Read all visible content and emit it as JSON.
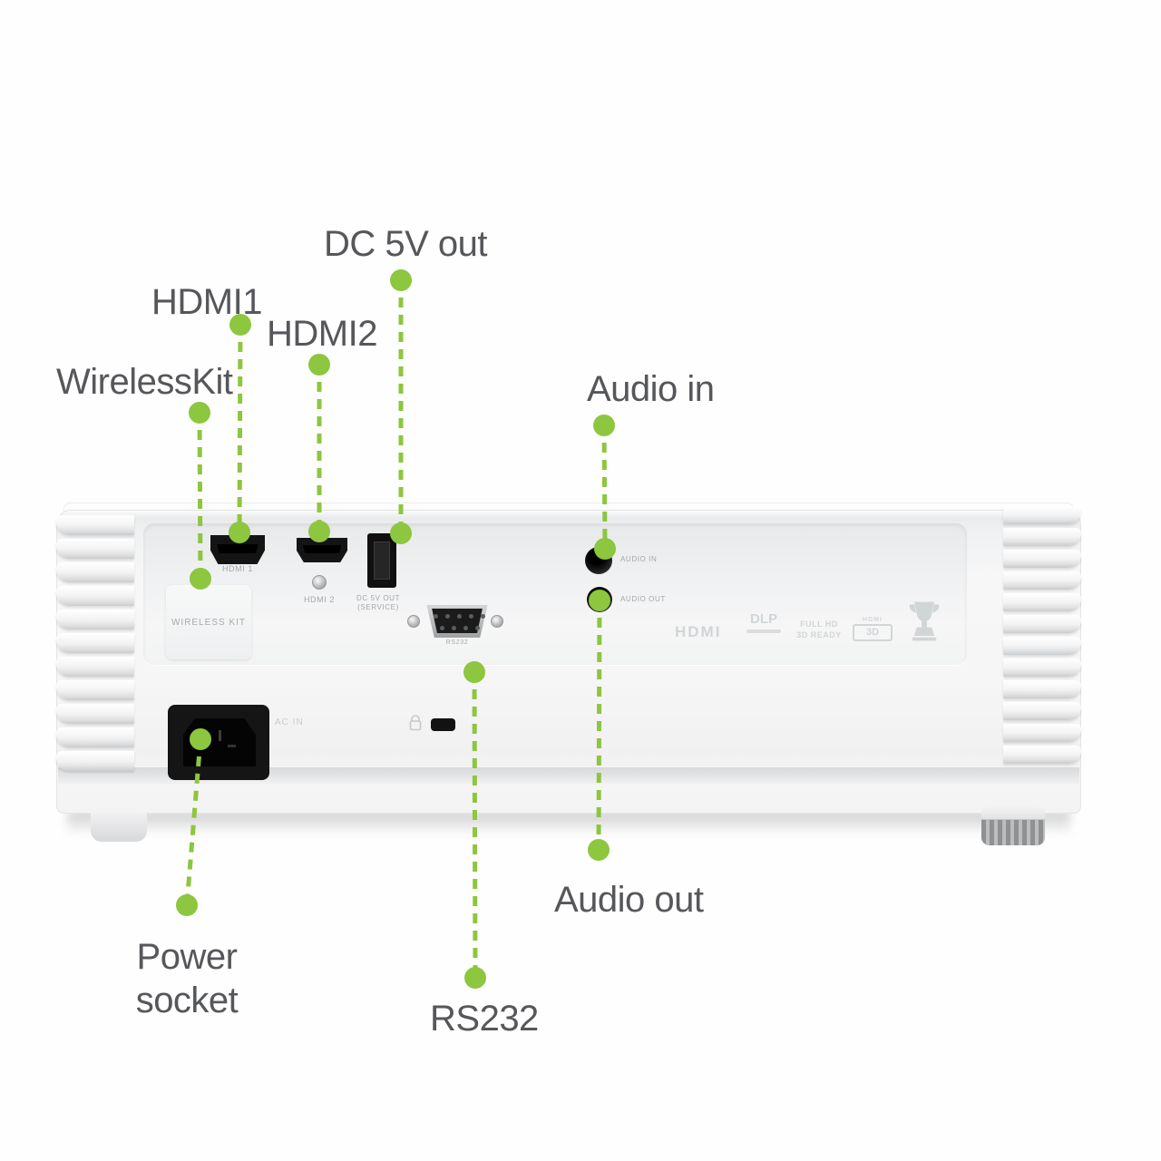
{
  "colors": {
    "accent_green": "#8dc63f",
    "callout_text": "#56575a",
    "port_label_gray": "#a4a8ab",
    "faint_label_gray": "#c9cbcd",
    "logo_gray": "#d2d5d6",
    "port_black": "#141414",
    "body_white": "#f6f6f7"
  },
  "callouts": {
    "wireless_kit": {
      "label": "WirelessKit"
    },
    "hdmi1": {
      "label": "HDMI1"
    },
    "hdmi2": {
      "label": "HDMI2"
    },
    "dc5v": {
      "label": "DC 5V out"
    },
    "audio_in": {
      "label": "Audio in"
    },
    "audio_out": {
      "label": "Audio out"
    },
    "rs232": {
      "label": "RS232"
    },
    "power": {
      "label": "Power socket"
    }
  },
  "device": {
    "port_labels": {
      "hdmi1": "HDMI 1",
      "hdmi2": "HDMI 2",
      "dc5v_line1": "DC 5V OUT",
      "dc5v_line2": "(SERVICE)",
      "rs232": "RS232",
      "audio_in": "AUDIO IN",
      "audio_out": "AUDIO OUT",
      "wireless_kit": "WIRELESS KIT",
      "ac_in": "AC IN"
    },
    "logos": {
      "hdmi": "HDMI",
      "dlp": "DLP",
      "fullhd_line1": "FULL HD",
      "fullhd_line2": "3D READY",
      "hdmi3d_top": "HDMI",
      "hdmi3d_box": "3D"
    }
  }
}
